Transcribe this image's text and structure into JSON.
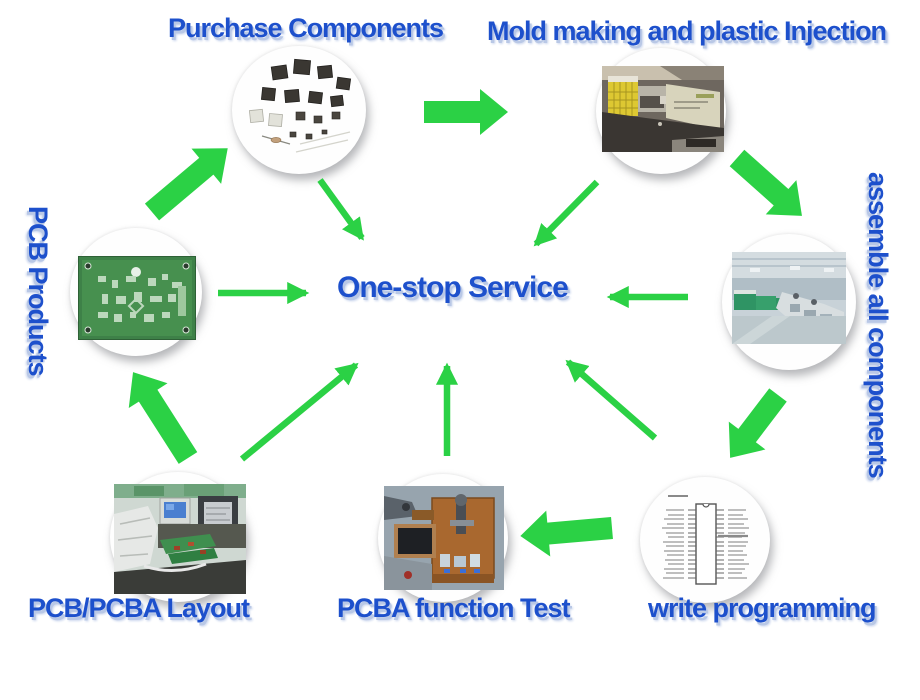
{
  "diagram": {
    "center": {
      "label": "One-stop Service"
    },
    "nodes": [
      {
        "id": "purchase-components",
        "label": "Purchase Components",
        "image": "electronic-components-photo"
      },
      {
        "id": "mold-making",
        "label": "Mold making and plastic Injection",
        "image": "injection-molding-machine-photo"
      },
      {
        "id": "assemble",
        "label": "assemble all components",
        "image": "smt-assembly-line-photo",
        "label_orientation": "vertical"
      },
      {
        "id": "write-programming",
        "label": "write programming",
        "image": "ic-pinout-document"
      },
      {
        "id": "pcba-function-test",
        "label": "PCBA function Test",
        "image": "test-fixture-photo"
      },
      {
        "id": "pcb-pcba-layout",
        "label": "PCB/PCBA Layout",
        "image": "layout-workbench-photo"
      },
      {
        "id": "pcb-products",
        "label": "PCB Products",
        "image": "bare-pcb-photo",
        "label_orientation": "vertical"
      }
    ],
    "arrows": [
      {
        "from": "pcb-products",
        "to": "purchase-components",
        "style": "thick"
      },
      {
        "from": "purchase-components",
        "to": "mold-making",
        "style": "thick"
      },
      {
        "from": "mold-making",
        "to": "assemble",
        "style": "thick"
      },
      {
        "from": "assemble",
        "to": "write-programming",
        "style": "thick"
      },
      {
        "from": "write-programming",
        "to": "pcba-function-test",
        "style": "thick"
      },
      {
        "from": "pcb-pcba-layout",
        "to": "pcb-products",
        "style": "thick"
      },
      {
        "from": "purchase-components",
        "to": "center",
        "style": "thin"
      },
      {
        "from": "mold-making",
        "to": "center",
        "style": "thin"
      },
      {
        "from": "pcb-products",
        "to": "center",
        "style": "thin"
      },
      {
        "from": "assemble",
        "to": "center",
        "style": "thin"
      },
      {
        "from": "pcb-pcba-layout",
        "to": "center",
        "style": "thin"
      },
      {
        "from": "pcba-function-test",
        "to": "center",
        "style": "thin"
      },
      {
        "from": "write-programming",
        "to": "center",
        "style": "thin"
      }
    ],
    "colors": {
      "label_blue": "#1d50cc",
      "arrow_green": "#2bd145",
      "background": "#ffffff"
    }
  }
}
